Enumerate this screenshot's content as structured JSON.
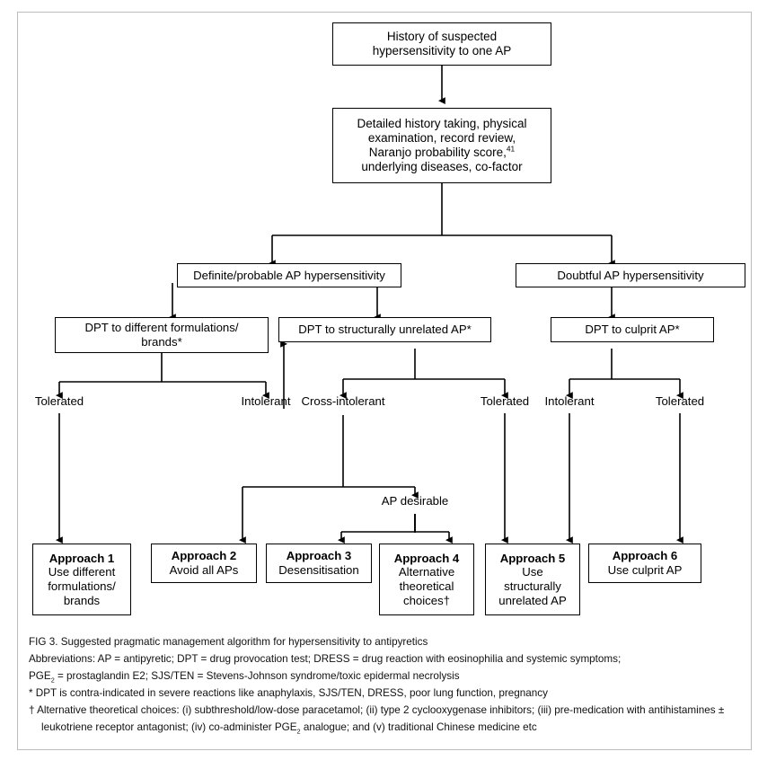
{
  "figure": {
    "boxes": {
      "history": {
        "line1": "History of suspected",
        "line2": "hypersensitivity to one AP"
      },
      "workup": {
        "line1": "Detailed history taking, physical",
        "line2": "examination, record review,",
        "line3_a": "Naranjo probability score,",
        "line3_sup": "41",
        "line4": "underlying diseases, co-factor"
      },
      "definite": {
        "label": "Definite/probable AP hypersensitivity"
      },
      "doubtful": {
        "label": "Doubtful AP hypersensitivity"
      },
      "dpt_formulations": {
        "line1": "DPT to different formulations/",
        "line2": "brands*"
      },
      "dpt_unrelated": {
        "label": "DPT to structurally unrelated AP*"
      },
      "dpt_culprit": {
        "label": "DPT to culprit AP*"
      }
    },
    "labels": {
      "tolerated_1": "Tolerated",
      "intolerant_1": "Intolerant",
      "cross_intolerant": "Cross-intolerant",
      "ap_desirable": "AP desirable",
      "tolerated_2": "Tolerated",
      "intolerant_2": "Intolerant",
      "tolerated_3": "Tolerated"
    },
    "approaches": [
      {
        "title": "Approach 1",
        "lines": [
          "Use different",
          "formulations/",
          "brands"
        ]
      },
      {
        "title": "Approach 2",
        "lines": [
          "Avoid all APs"
        ]
      },
      {
        "title": "Approach 3",
        "lines": [
          "Desensitisation"
        ]
      },
      {
        "title": "Approach 4",
        "lines": [
          "Alternative",
          "theoretical",
          "choices†"
        ]
      },
      {
        "title": "Approach 5",
        "lines": [
          "Use",
          "structurally",
          "unrelated AP"
        ]
      },
      {
        "title": "Approach 6",
        "lines": [
          "Use culprit AP"
        ]
      }
    ]
  },
  "caption": {
    "title": "FIG 3.  Suggested pragmatic management algorithm for hypersensitivity to antipyretics",
    "abbrev_line1": "Abbreviations: AP = antipyretic; DPT = drug provocation test; DRESS = drug reaction with eosinophilia and systemic symptoms;",
    "abbrev_line2_a": "PGE",
    "abbrev_line2_sub": "2",
    "abbrev_line2_b": " = prostaglandin E2; SJS/TEN = Stevens-Johnson syndrome/toxic epidermal necrolysis",
    "footnote_star": "*  DPT is contra-indicated in severe reactions like anaphylaxis, SJS/TEN, DRESS, poor lung function, pregnancy",
    "footnote_dagger_a": "†  Alternative theoretical choices: (i) subthreshold/low-dose paracetamol; (ii) type 2 cyclooxygenase inhibitors; (iii) pre-medication with antihistamines ± leukotriene receptor antagonist; (iv) co-administer PGE",
    "footnote_dagger_sub": "2",
    "footnote_dagger_b": " analogue; and (v) traditional Chinese medicine etc"
  },
  "colors": {
    "frame_border": "#bcbcbc",
    "node_border": "#000000",
    "connector": "#000000",
    "text": "#000000",
    "background": "#ffffff"
  }
}
